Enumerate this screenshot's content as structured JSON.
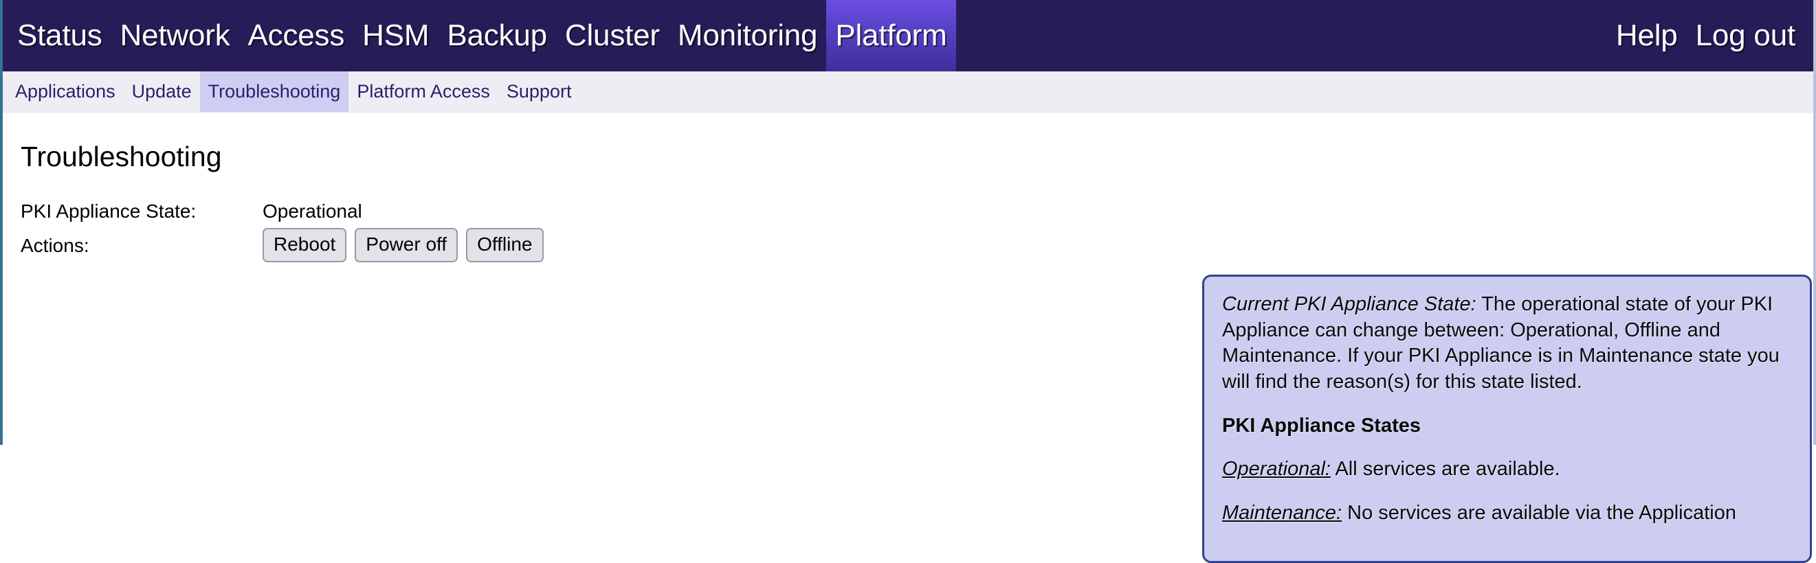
{
  "topnav": {
    "items": [
      {
        "label": "Status",
        "active": false
      },
      {
        "label": "Network",
        "active": false
      },
      {
        "label": "Access",
        "active": false
      },
      {
        "label": "HSM",
        "active": false
      },
      {
        "label": "Backup",
        "active": false
      },
      {
        "label": "Cluster",
        "active": false
      },
      {
        "label": "Monitoring",
        "active": false
      },
      {
        "label": "Platform",
        "active": true
      }
    ],
    "help_label": "Help",
    "logout_label": "Log out",
    "background_color": "#271c58",
    "active_color": "#5a42c9"
  },
  "subnav": {
    "items": [
      {
        "label": "Applications",
        "active": false
      },
      {
        "label": "Update",
        "active": false
      },
      {
        "label": "Troubleshooting",
        "active": true
      },
      {
        "label": "Platform Access",
        "active": false
      },
      {
        "label": "Support",
        "active": false
      }
    ],
    "background_color": "#edeef4",
    "active_color": "#cfcdf2",
    "text_color": "#2b1f69"
  },
  "main": {
    "title": "Troubleshooting",
    "state_label": "PKI Appliance State:",
    "state_value": "Operational",
    "actions_label": "Actions:",
    "buttons": [
      {
        "label": "Reboot"
      },
      {
        "label": "Power off"
      },
      {
        "label": "Offline"
      }
    ]
  },
  "info_panel": {
    "background_color": "#cdcdf1",
    "border_color": "#31418e",
    "paragraph1_lead": "Current PKI Appliance State:",
    "paragraph1_body": " The operational state of your PKI Appliance can change between: Operational, Offline and Maintenance. If your PKI Appliance is in Maintenance state you will find the reason(s) for this state listed.",
    "heading": "PKI Appliance States",
    "state_operational_lead": "Operational:",
    "state_operational_body": " All services are available.",
    "state_maintenance_lead": "Maintenance:",
    "state_maintenance_body": " No services are available via the Application"
  }
}
